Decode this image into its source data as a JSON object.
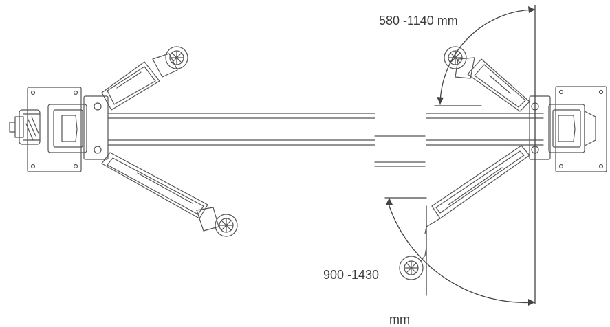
{
  "dimensions": {
    "top_range": "580 -1140 mm",
    "bottom_range": "900 -1430",
    "bottom_unit": "mm"
  },
  "colors": {
    "line": "#555555",
    "light_line": "#888888",
    "fill": "#ffffff"
  }
}
